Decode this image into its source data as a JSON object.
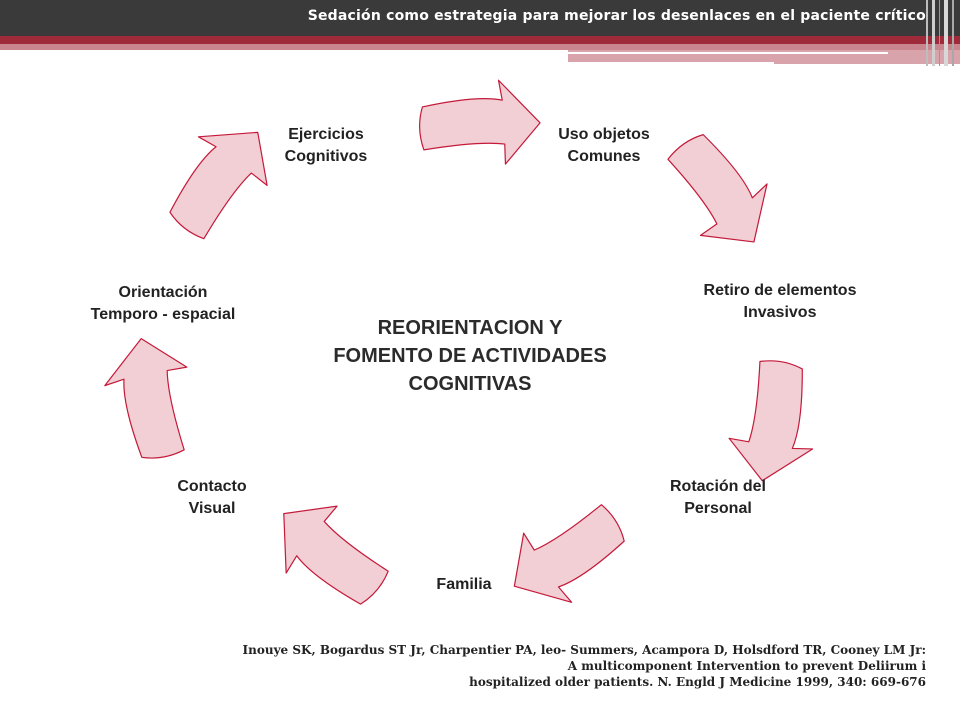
{
  "header": {
    "title": "Sedación como estrategia para mejorar los desenlaces en el paciente crítico"
  },
  "colors": {
    "header_bg": "#3a3a3a",
    "band_dark": "#9e2a3a",
    "band_light": "#d9a3ab",
    "arrow_fill": "#f2cfd4",
    "arrow_stroke": "#c41a3a"
  },
  "diagram": {
    "center": [
      "REORIENTACION Y",
      "FOMENTO DE ACTIVIDADES",
      "COGNITIVAS"
    ],
    "nodes": [
      {
        "id": "uso-objetos",
        "lines": [
          "Uso objetos",
          "Comunes"
        ]
      },
      {
        "id": "retiro-elementos",
        "lines": [
          "Retiro de elementos",
          "Invasivos"
        ]
      },
      {
        "id": "rotacion-personal",
        "lines": [
          "Rotación del",
          "Personal"
        ]
      },
      {
        "id": "familia",
        "lines": [
          "Familia"
        ]
      },
      {
        "id": "contacto-visual",
        "lines": [
          "Contacto",
          "Visual"
        ]
      },
      {
        "id": "orientacion",
        "lines": [
          "Orientación",
          "Temporo - espacial"
        ]
      },
      {
        "id": "ejercicios",
        "lines": [
          "Ejercicios",
          "Cognitivos"
        ]
      }
    ]
  },
  "citation": [
    "Inouye SK, Bogardus ST Jr, Charpentier PA, leo- Summers, Acampora D, Holsdford TR, Cooney LM Jr:",
    "A multicomponent Intervention to prevent Deliirum i",
    "hospitalized older patients. N. Engld J Medicine 1999, 340: 669-676"
  ]
}
